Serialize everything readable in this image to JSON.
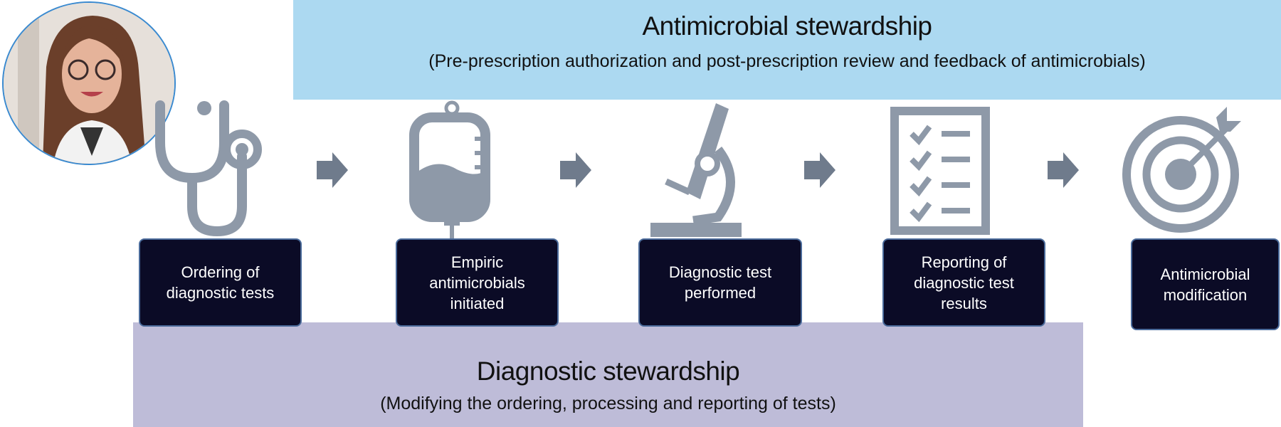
{
  "antimicrobial_stewardship": {
    "title": "Antimicrobial stewardship",
    "subtitle": "(Pre-prescription authorization and post-prescription review and feedback of antimicrobials)"
  },
  "diagnostic_stewardship": {
    "title": "Diagnostic stewardship",
    "subtitle": "(Modifying the ordering, processing and reporting of tests)"
  },
  "steps": [
    {
      "label": "Ordering of\ndiagnostic tests",
      "icon": "stethoscope-icon"
    },
    {
      "label": "Empiric\nantimicrobials\ninitiated",
      "icon": "iv-bag-icon"
    },
    {
      "label": "Diagnostic test\nperformed",
      "icon": "microscope-icon"
    },
    {
      "label": "Reporting of\ndiagnostic test\nresults",
      "icon": "checklist-icon"
    },
    {
      "label": "Antimicrobial\nmodification",
      "icon": "target-icon"
    }
  ],
  "colors": {
    "top_band": "#acd9f1",
    "bottom_band": "#bebcd8",
    "icon": "#8e99a8",
    "box": "#0b0b26",
    "arrow": "#6f7b8c"
  }
}
